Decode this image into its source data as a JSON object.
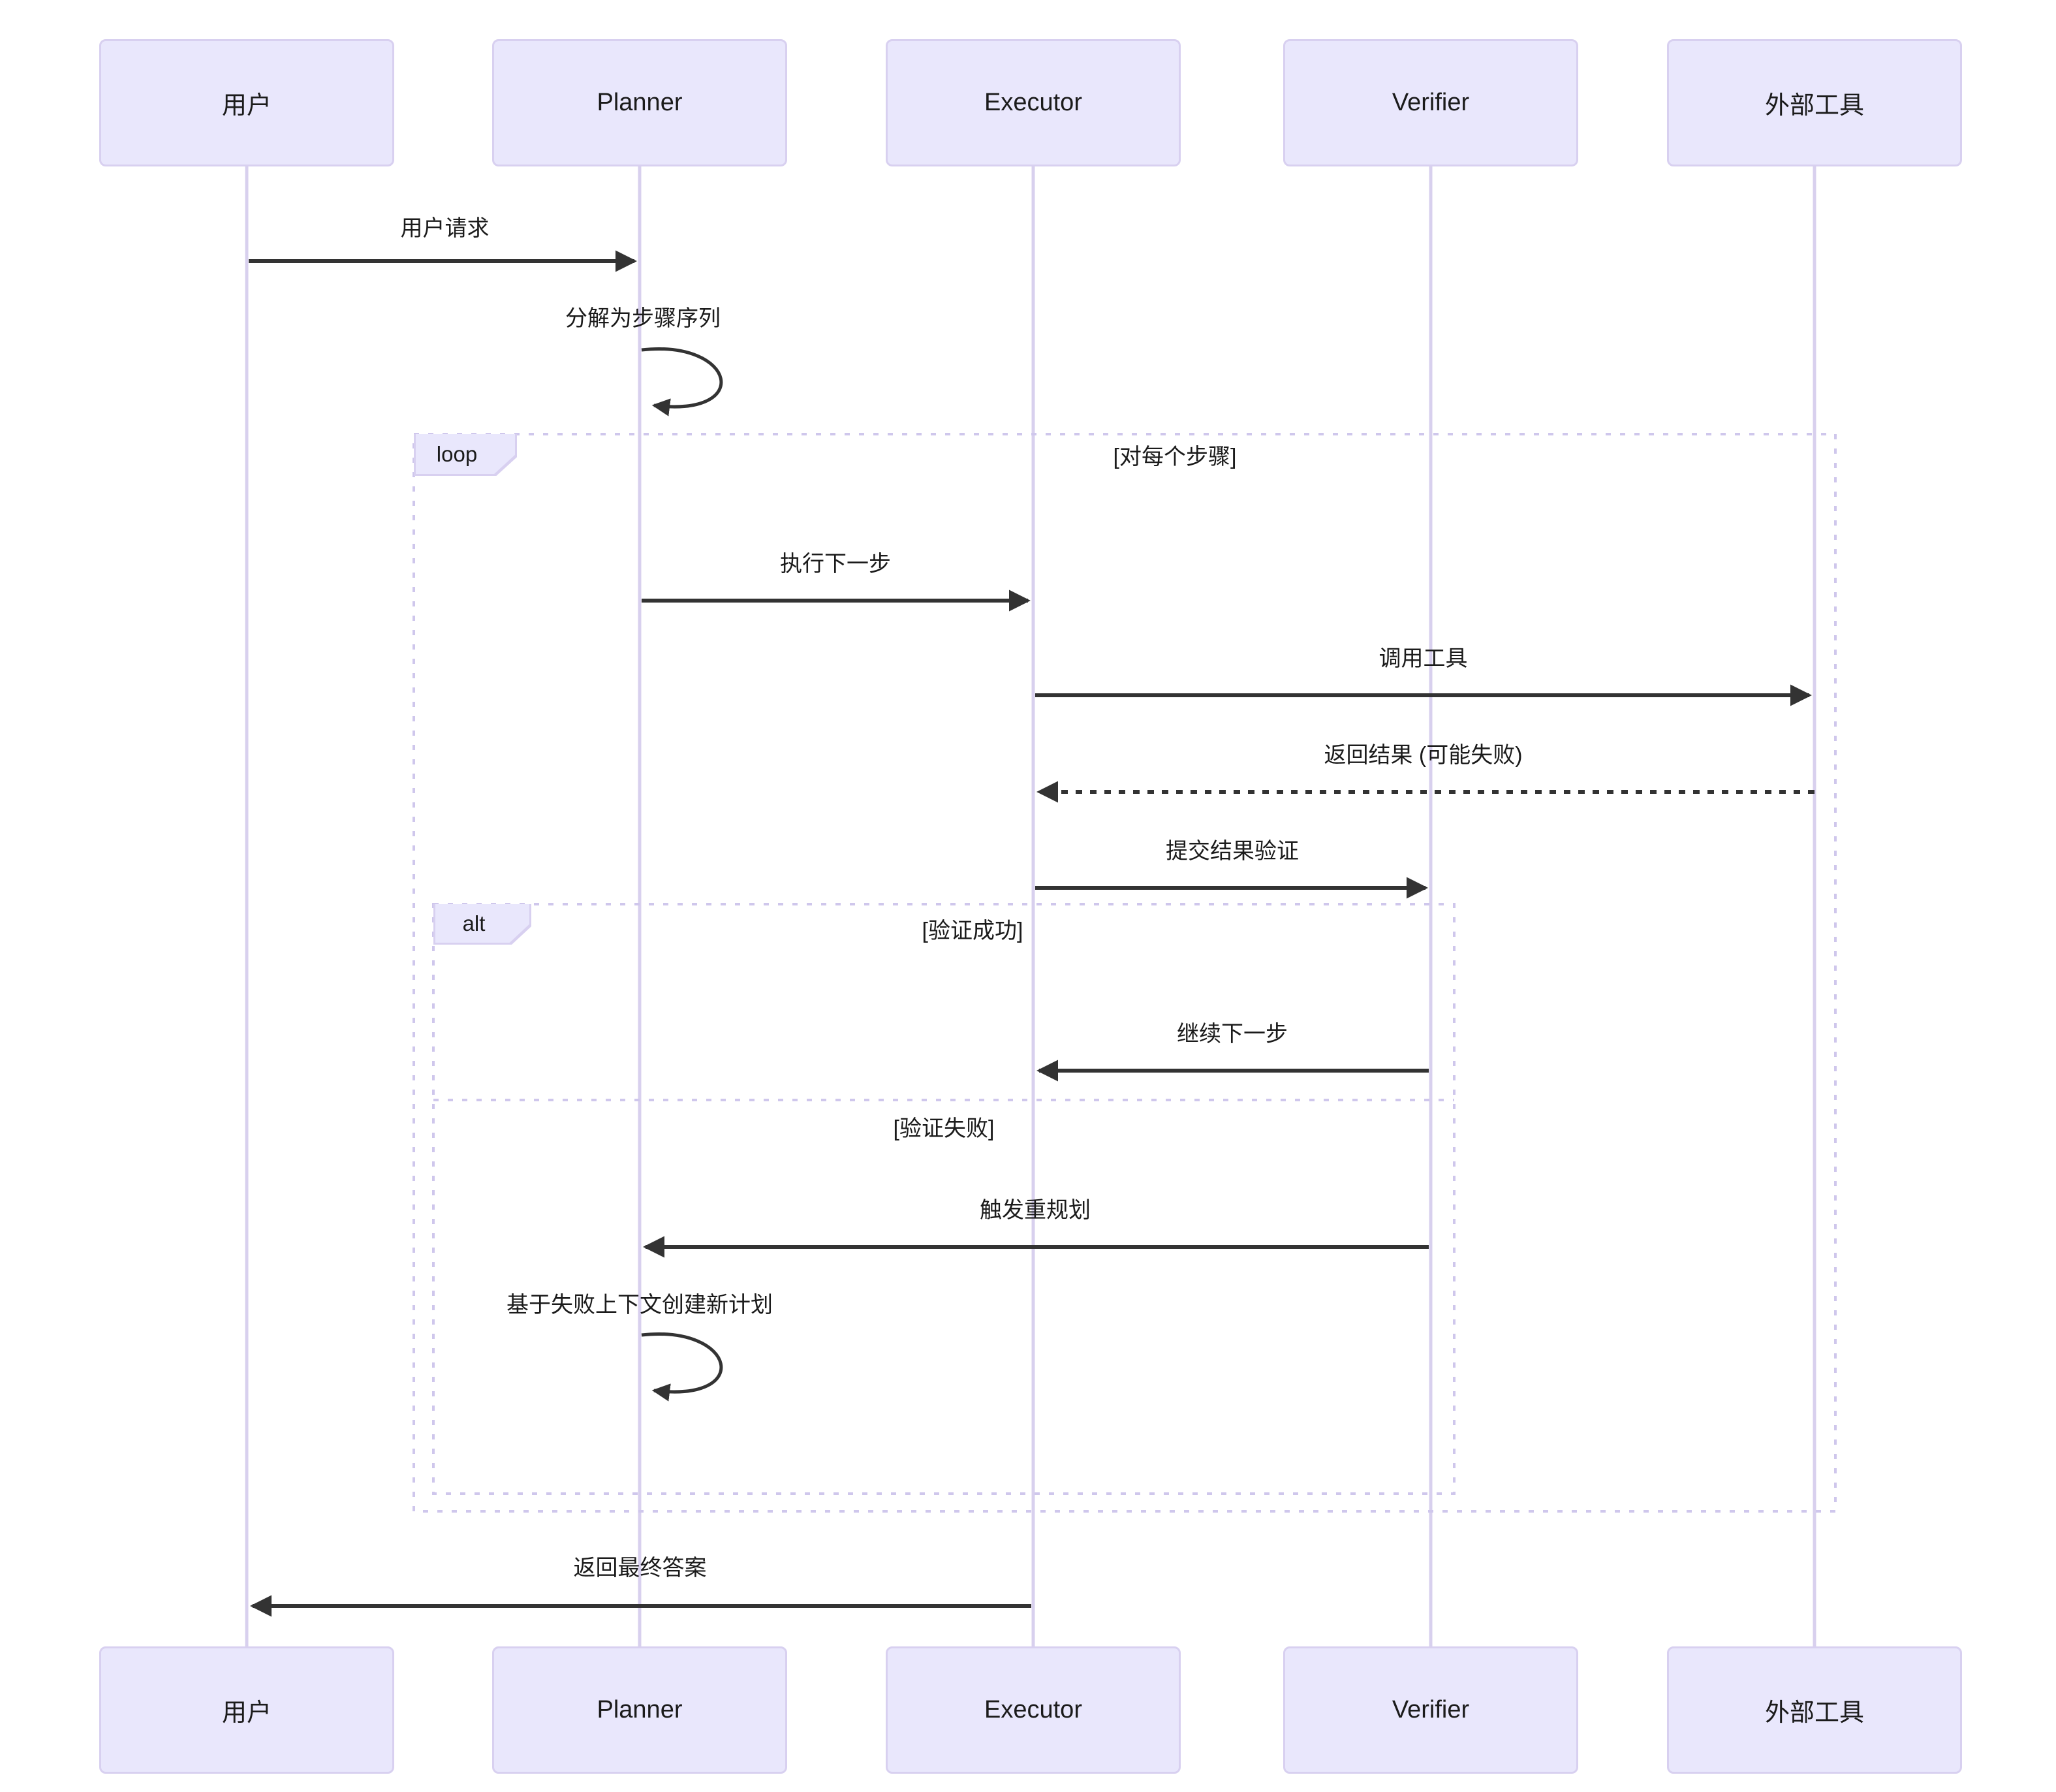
{
  "colors": {
    "box-fill": "#e9e7fc",
    "box-border": "#d8d0f0",
    "lifeline": "#d8d0ee",
    "frame-border": "#cfc7ec",
    "arrow": "#333333",
    "text": "#1b1b1b"
  },
  "actors": [
    {
      "name": "用户"
    },
    {
      "name": "Planner"
    },
    {
      "name": "Executor"
    },
    {
      "name": "Verifier"
    },
    {
      "name": "外部工具"
    }
  ],
  "messages": {
    "user_request": "用户请求",
    "decompose": "分解为步骤序列",
    "execute_next": "执行下一步",
    "call_tool": "调用工具",
    "return_result": "返回结果 (可能失败)",
    "submit_verify": "提交结果验证",
    "continue_next": "继续下一步",
    "trigger_replan": "触发重规划",
    "new_plan": "基于失败上下文创建新计划",
    "final_answer": "返回最终答案"
  },
  "frames": {
    "loop": {
      "label": "loop",
      "guard": "[对每个步骤]"
    },
    "alt": {
      "label": "alt",
      "guard_success": "[验证成功]",
      "guard_fail": "[验证失败]"
    }
  }
}
